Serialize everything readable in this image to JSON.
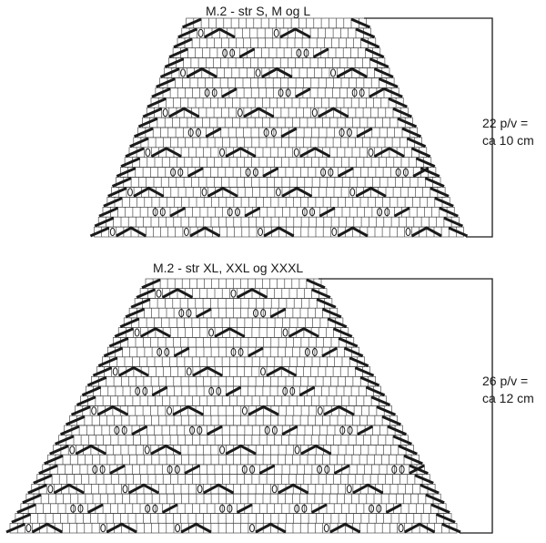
{
  "charts": [
    {
      "title": "M.2 - str S, M og L",
      "rows_label": "22 p/v =",
      "length_label": "ca 10 cm",
      "rows": 22
    },
    {
      "title": "M.2 - str XL, XXL og XXXL",
      "rows_label": "26 p/v =",
      "length_label": "ca 12 cm",
      "rows": 26
    }
  ],
  "symbols": {
    "knit": "empty square",
    "yarn_over": "oval",
    "decrease_right": "thick slash",
    "decrease_left": "thick backslash"
  },
  "colors": {
    "grid_line": "#333333",
    "symbol": "#1a1a1a",
    "background": "#ffffff"
  }
}
